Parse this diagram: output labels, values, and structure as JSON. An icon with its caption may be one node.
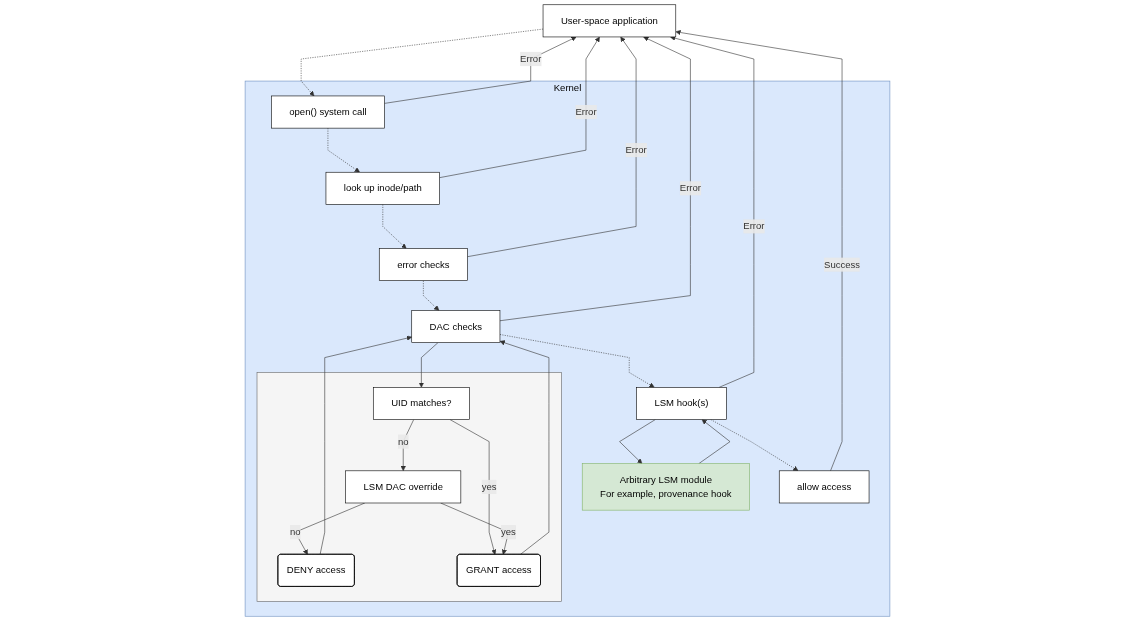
{
  "diagram": {
    "nodes": [
      {
        "text": [
          "User-space application"
        ]
      },
      {
        "text": [
          "Kernel"
        ]
      },
      {
        "text": [
          "open() system call"
        ],
        "in": 1
      },
      {
        "text": [
          "look up inode/path"
        ],
        "in": 1
      },
      {
        "text": [
          "error checks"
        ],
        "in": 1
      },
      {
        "text": [
          "DAC checks"
        ],
        "in": 1
      },
      {
        "text": [],
        "shape": "box",
        "in": 1
      },
      {
        "text": [
          "UID matches?"
        ],
        "in": 6
      },
      {
        "text": [
          "LSM DAC override"
        ],
        "in": 6
      },
      {
        "text": [
          "DENY access"
        ],
        "in": 6
      },
      {
        "text": [
          "GRANT access"
        ],
        "in": 6
      },
      {
        "text": [
          "LSM hook(s)"
        ],
        "in": 1
      },
      {
        "text": [
          "Arbitrary LSM module",
          "For example, provenance hook"
        ],
        "in": 1
      },
      {
        "text": [
          "allow access"
        ],
        "in": 1
      }
    ],
    "edges": [
      {
        "from": 0,
        "to": 2,
        "arrow": "to",
        "style": "dashed"
      },
      {
        "from": 2,
        "to": 3,
        "arrow": "to",
        "style": "dashed"
      },
      {
        "from": 3,
        "to": 4,
        "arrow": "to",
        "style": "dashed"
      },
      {
        "from": 4,
        "to": 5,
        "arrow": "to",
        "style": "dashed"
      },
      {
        "from": 5,
        "to": 11,
        "arrow": "to",
        "style": "dashed"
      },
      {
        "from": 11,
        "to": 13,
        "arrow": "to",
        "style": "dashed"
      },
      {
        "from": 2,
        "to": 0,
        "arrow": "to",
        "label": "Error"
      },
      {
        "from": 3,
        "to": 0,
        "arrow": "to",
        "label": "Error"
      },
      {
        "from": 4,
        "to": 0,
        "arrow": "to",
        "label": "Error"
      },
      {
        "from": 5,
        "to": 0,
        "arrow": "to",
        "label": "Error"
      },
      {
        "from": 11,
        "to": 0,
        "arrow": "to",
        "label": "Error"
      },
      {
        "from": 13,
        "to": 0,
        "arrow": "to",
        "label": "Success"
      },
      {
        "from": 5,
        "to": 7,
        "arrow": "to"
      },
      {
        "from": 7,
        "to": 8,
        "arrow": "to",
        "label": "no"
      },
      {
        "from": 8,
        "to": 9,
        "arrow": "to",
        "label": "no"
      },
      {
        "from": 7,
        "to": 10,
        "arrow": "to",
        "label": "yes"
      },
      {
        "from": 8,
        "to": 10,
        "arrow": "to",
        "label": "yes"
      },
      {
        "from": 10,
        "to": 5,
        "arrow": "to"
      },
      {
        "from": 9,
        "to": 5,
        "arrow": "to"
      },
      {
        "from": 11,
        "to": 12,
        "arrow": "to"
      },
      {
        "from": 12,
        "to": 11,
        "arrow": "to"
      }
    ]
  }
}
